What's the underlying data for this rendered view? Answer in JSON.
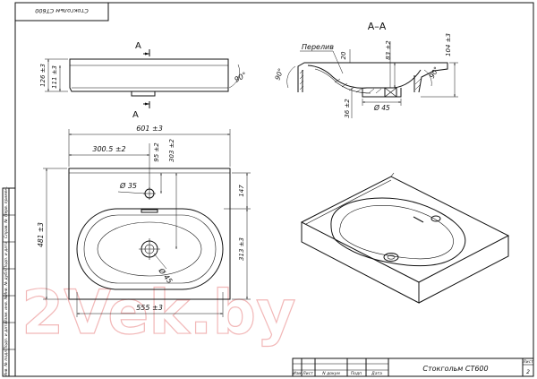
{
  "corner_stamp": "Стокгольм СТ600",
  "watermark": "2Vek.by",
  "section": {
    "title": "А–А",
    "cut_label": "А",
    "overflow_label": "Перелив",
    "dims": {
      "overflow_offset": "20",
      "depth": "83 ±2",
      "height": "104 ±3",
      "drain_depth": "36 ±2",
      "drain_diameter": "Ø 45",
      "angle_left": "90°",
      "angle_right": "90°"
    }
  },
  "side_view": {
    "dims": {
      "height_outer": "126 ±3",
      "height_inner": "111 ±3",
      "angle": "90°"
    }
  },
  "top_view": {
    "dims": {
      "width": "601 ±3",
      "tap_offset": "300.5 ±2",
      "tap_to_edge": "95 ±2",
      "back_to_drain": "303 ±2",
      "tap_hole": "Ø 35",
      "drain": "Ø 45",
      "depth_total": "481 ±3",
      "front_part": "313 ±3",
      "back_part": "147",
      "bowl_width": "555 ±3"
    }
  },
  "side_column": {
    "labels": [
      "Инв. № подл.",
      "Подп. и дата",
      "Взам. инв. №",
      "Инв. № дубл.",
      "Подп. и дата",
      "Справ. №",
      "Перв. примен."
    ]
  },
  "title_block": {
    "headers": [
      "Изм",
      "Лист",
      "N докум",
      "Подп",
      "Дата"
    ],
    "name": "Стокгольм СТ600",
    "sheet_label": "Лист",
    "sheet_number": "2"
  }
}
